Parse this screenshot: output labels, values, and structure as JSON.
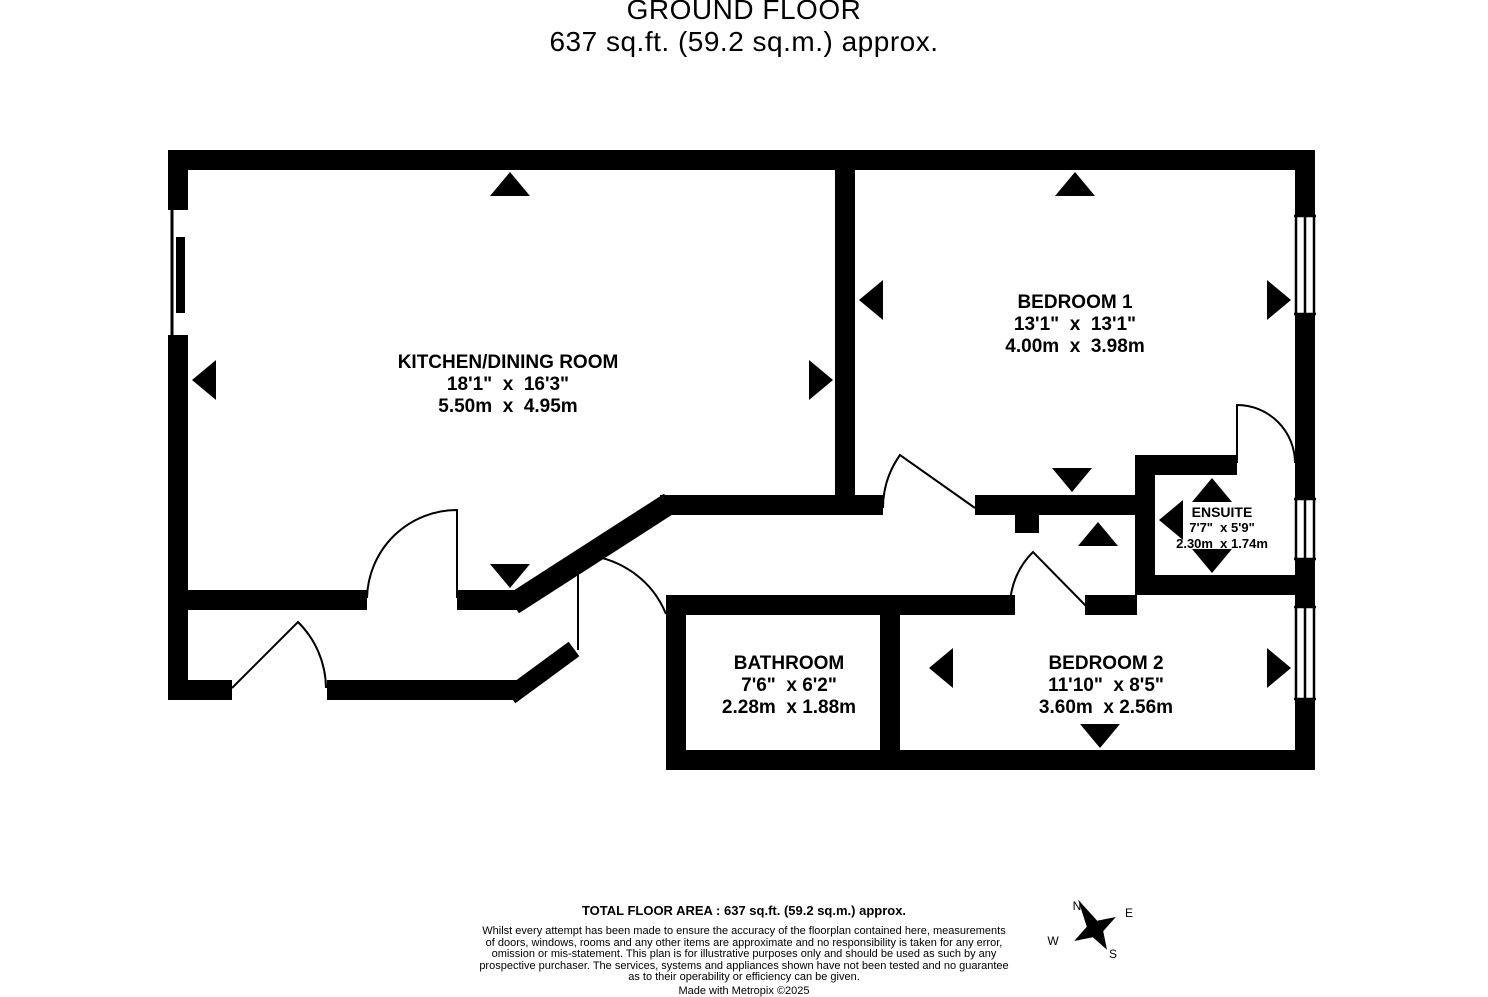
{
  "header": {
    "title": "GROUND FLOOR",
    "subtitle": "637 sq.ft. (59.2 sq.m.) approx."
  },
  "rooms": [
    {
      "name": "KITCHEN/DINING ROOM",
      "imperial": "18'1\"  x  16'3\"",
      "metric": "5.50m  x  4.95m"
    },
    {
      "name": "BEDROOM 1",
      "imperial": "13'1\"  x  13'1\"",
      "metric": "4.00m  x  3.98m"
    },
    {
      "name": "ENSUITE",
      "imperial": "7'7\"  x 5'9\"",
      "metric": "2.30m  x 1.74m"
    },
    {
      "name": "BATHROOM",
      "imperial": "7'6\"  x 6'2\"",
      "metric": "2.28m  x 1.88m"
    },
    {
      "name": "BEDROOM 2",
      "imperial": "11'10\"  x 8'5\"",
      "metric": "3.60m  x 2.56m"
    }
  ],
  "compass": {
    "north": "N",
    "east": "E",
    "south": "S",
    "west": "W"
  },
  "icons": {
    "compass": "compass-rose-icon",
    "door": "door-arc-icon",
    "window": "window-icon",
    "arrow": "measurement-arrow-icon"
  },
  "colors": {
    "ink": "#000000",
    "background": "#ffffff"
  },
  "footer": {
    "total_area": "TOTAL FLOOR AREA : 637 sq.ft. (59.2 sq.m.) approx.",
    "disclaimer_lines": [
      "Whilst every attempt has been made to ensure the accuracy of the floorplan contained here, measurements",
      "of doors, windows, rooms and any other items are approximate and no responsibility is taken for any error,",
      "omission or mis-statement. This plan is for illustrative purposes only and should be used as such by any",
      "prospective purchaser. The services, systems and appliances shown have not been tested and no guarantee",
      "as to their operability or efficiency can be given."
    ],
    "credit": "Made with Metropix ©2025"
  }
}
